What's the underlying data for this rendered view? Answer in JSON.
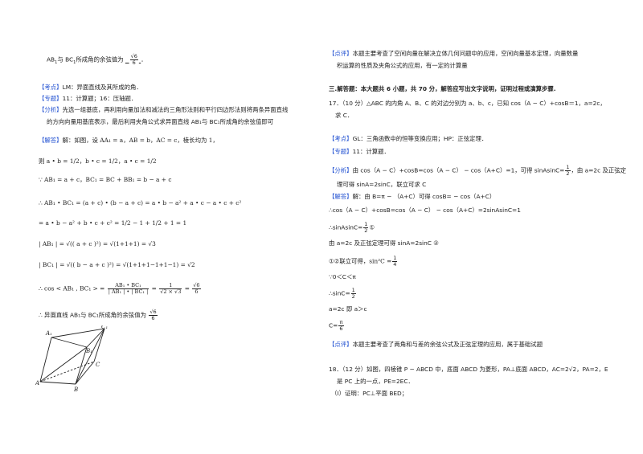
{
  "left": {
    "l01_a": "AB",
    "l01_b": "1",
    "l01_c": "与 BC",
    "l01_d": "1",
    "l01_e": "所成角的余弦值为",
    "l01_num": "√6",
    "l01_den": "6",
    "l01_end": "．",
    "kd_tag": "【考点】",
    "kd_text": "LM：异面直线及其所成的角．",
    "zt_tag": "【专题】",
    "zt_text": "11：计算题；16：压轴题．",
    "fx_tag": "【分析】",
    "fx_text1": "先选一组基底，再利用向量加法和减法的三角形法则和平行四边形法则将两条异面直线",
    "fx_text2": "的方向向量用基底表示，最后利用夹角公式求异面直线 AB₁与 BC₁所成角的余弦值即可",
    "jd_tag": "【解答】",
    "jd_text": "解：如图，设 AA₁ = a，AB = b，AC = c，棱长均为 1，",
    "l_then": "则 a • b = 1/2，b • c = 1/2，a • c = 1/2",
    "l_since": "∵ AB₁ = a + c，BC₁ = BC + BB₁ = b − a + c",
    "l_dot": "∴ AB₁ • BC₁ = (a + c) • (b − a + c) = a • b − a² + a • c − a • c + c²",
    "l_eq": "= a • b − a² + b • c + c² = 1/2 − 1 + 1/2 + 1 = 1",
    "l_ab1": "| AB₁ | = √(( a + c )²) = √(1+1+1) = √3",
    "l_bc1": "| BC₁ | = √(( b − a + c )²) = √(1+1+1−1+1−1) = √2",
    "l_cos_pre": "∴ cos < AB₁ , BC₁ > =",
    "l_cos_num": "AB₁ • BC₁",
    "l_cos_den": "| AB₁ | • | BC₁ |",
    "l_cos_mid": "=",
    "l_cos_n2": "1",
    "l_cos_d2": "√2 × √3",
    "l_cos_eq": "=",
    "l_cos_n3": "√6",
    "l_cos_d3": "6",
    "l_concl": "∴ 异面直线 AB₁与 BC₁所成角的余弦值为",
    "l_concl_n": "√6",
    "l_concl_d": "6"
  },
  "figure": {
    "labels": [
      "A₁",
      "C₁",
      "B₁",
      "C",
      "A",
      "B"
    ]
  },
  "right": {
    "dp_tag": "【点评】",
    "dp_text1": "本题主要考查了空间向量在解决立体几何问题中的应用，空间向量基本定理，向量数量",
    "dp_text2": "积运算的性质及夹角公式的应用，有一定的计算量",
    "section": "三.解答题：本大题共 6 小题，共 70 分，解答应写出文字说明，证明过程或演算步骤.",
    "q17_1": "17．（10 分）△ABC 的内角 A、B、C 的对边分别为 a、b、c，已知 cos（A − C）+cosB＝1，a=2c，",
    "q17_2": "求 C．",
    "kd_tag": "【考点】",
    "kd_text": "GL：三角函数中的恒等变换应用；HP：正弦定理．",
    "zt_tag": "【专题】",
    "zt_text": "11：计算题．",
    "fx_tag": "【分析】",
    "fx_text1a": "由 cos（A − C）+cosB=cos（A − C） − cos（A+C）=1，可得 sinAsinC=",
    "fx_text1_n": "1",
    "fx_text1_d": "2",
    "fx_text1b": "，由 a=2c 及正弦定",
    "fx_text2": "理可得 sinA=2sinC，联立可求 C",
    "jd_tag": "【解答】",
    "jd_text": "解：由 B=π − （A+C）可得 cosB= − cos（A+C）",
    "r_l1": "∴cos（A − C）+cosB=cos（A − C） − cos（A+C）=2sinAsinC=1",
    "r_l2a": "∴sinAsinC=",
    "r_l2_n": "1",
    "r_l2_d": "2",
    "r_l2b": "①",
    "r_l3": "由 a=2c 及正弦定理可得 sinA=2sinC ②",
    "r_l4a": "①②联立可得，",
    "r_l4b": "sin²C =",
    "r_l4_n": "1",
    "r_l4_d": "4",
    "r_l5": "∵0＜C＜π",
    "r_l6a": "∴sinC=",
    "r_l6_n": "1",
    "r_l6_d": "2",
    "r_l7": "a=2c 即 a＞c",
    "r_l8a": "C=",
    "r_l8_n": "π",
    "r_l8_d": "6",
    "dp2_tag": "【点评】",
    "dp2_text": "本题主要考查了两角和与差的余弦公式及正弦定理的应用，属于基础试题",
    "q18_1": "18．（12 分）如图，四棱锥 P − ABCD 中，底面 ABCD 为菱形，PA⊥底面 ABCD，AC=2√2，PA=2，E",
    "q18_2": "是 PC 上的一点，PE=2EC．",
    "q18_3": "（Ⅰ）证明：PC⊥平面 BED；"
  }
}
